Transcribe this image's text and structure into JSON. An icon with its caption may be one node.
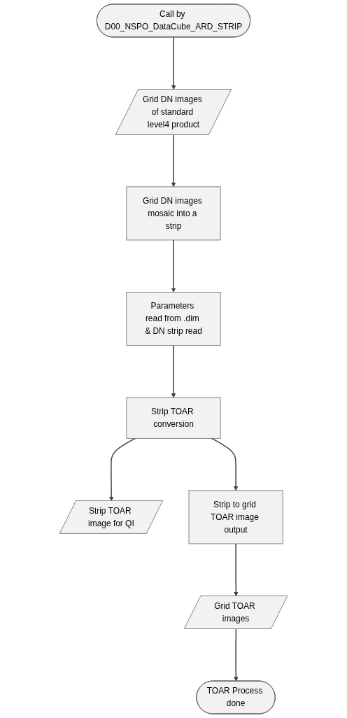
{
  "diagram": {
    "nodes": [
      {
        "text": [
          "Call by D00_NSPO_DataCube_ARD_STRIP"
        ]
      },
      {
        "text": [
          "Grid DN images of standard level4 product"
        ]
      },
      {
        "text": [
          "Grid DN images mosaic into a strip"
        ]
      },
      {
        "text": [
          "Parameters read from .dim & DN strip read"
        ]
      },
      {
        "text": [
          "Strip TOAR conversion"
        ]
      },
      {
        "text": [
          "Strip TOAR image for QI"
        ]
      },
      {
        "text": [
          "Strip to grid TOAR image output"
        ]
      },
      {
        "text": [
          "Grid TOAR images"
        ]
      },
      {
        "text": [
          "TOAR Process done"
        ]
      }
    ],
    "edges": [
      {
        "from": 0,
        "to": 1,
        "arrow": "to"
      },
      {
        "from": 1,
        "to": 2,
        "arrow": "to"
      },
      {
        "from": 2,
        "to": 3,
        "arrow": "to"
      },
      {
        "from": 3,
        "to": 4,
        "arrow": "to"
      },
      {
        "from": 4,
        "to": 5,
        "arrow": "to"
      },
      {
        "from": 4,
        "to": 6,
        "arrow": "to"
      },
      {
        "from": 6,
        "to": 7,
        "arrow": "to"
      },
      {
        "from": 7,
        "to": 8,
        "arrow": "to"
      }
    ]
  }
}
